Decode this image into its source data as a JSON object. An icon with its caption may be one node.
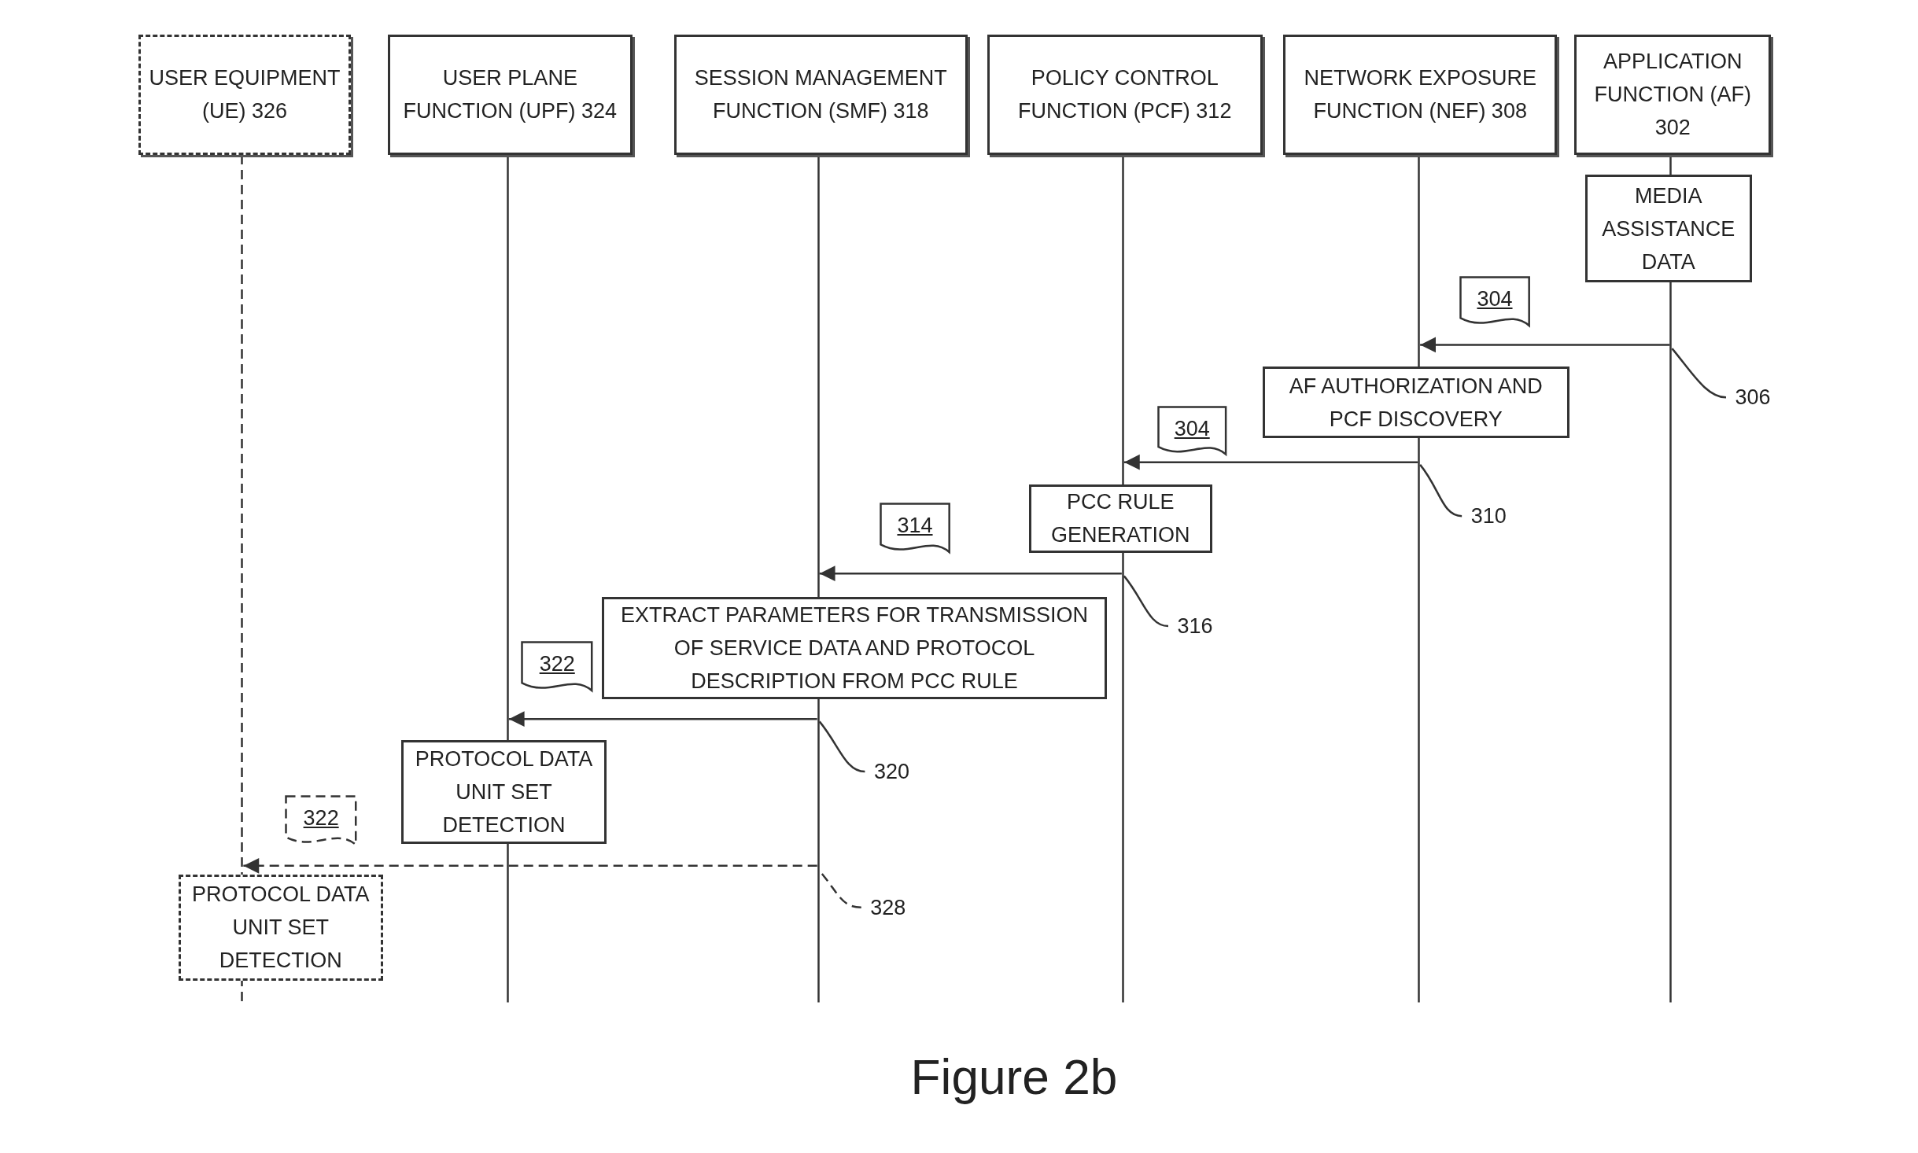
{
  "diagram": {
    "caption": "Figure 2b",
    "nodes": [
      {
        "text": [
          "USER EQUIPMENT (UE) 326"
        ]
      },
      {
        "text": [
          "USER PLANE FUNCTION (UPF) 324"
        ]
      },
      {
        "text": [
          "SESSION MANAGEMENT FUNCTION (SMF) 318"
        ]
      },
      {
        "text": [
          "POLICY CONTROL FUNCTION (PCF) 312"
        ]
      },
      {
        "text": [
          "NETWORK EXPOSURE FUNCTION (NEF) 308"
        ]
      },
      {
        "text": [
          "APPLICATION FUNCTION (AF) 302"
        ]
      },
      {
        "text": [
          "MEDIA ASSISTANCE DATA"
        ]
      },
      {
        "text": [
          "AF AUTHORIZATION AND PCF DISCOVERY"
        ]
      },
      {
        "text": [
          "PCC RULE GENERATION"
        ]
      },
      {
        "text": [
          "EXTRACT PARAMETERS FOR TRANSMISSION OF SERVICE DATA AND PROTOCOL DESCRIPTION FROM PCC RULE"
        ]
      },
      {
        "text": [
          "PROTOCOL DATA UNIT SET DETECTION"
        ]
      },
      {
        "text": [
          "PROTOCOL DATA UNIT SET DETECTION"
        ]
      },
      {
        "text": [
          "304"
        ]
      },
      {
        "text": [
          "304"
        ]
      },
      {
        "text": [
          "314"
        ]
      },
      {
        "text": [
          "322"
        ]
      },
      {
        "text": [
          "322"
        ]
      },
      {
        "text": [
          "306"
        ]
      },
      {
        "text": [
          "310"
        ]
      },
      {
        "text": [
          "316"
        ]
      },
      {
        "text": [
          "320"
        ]
      },
      {
        "text": [
          "328"
        ]
      },
      {
        "text": [],
        "shape": "line"
      },
      {
        "text": [],
        "shape": "line"
      },
      {
        "text": [],
        "shape": "line"
      },
      {
        "text": [],
        "shape": "line"
      },
      {
        "text": [],
        "shape": "line"
      },
      {
        "text": [],
        "shape": "line"
      }
    ],
    "edges": [
      {
        "from": 27,
        "to": 26,
        "arrow": "to"
      },
      {
        "from": 26,
        "to": 25,
        "arrow": "to"
      },
      {
        "from": 25,
        "to": 24,
        "arrow": "to"
      },
      {
        "from": 24,
        "to": 23,
        "arrow": "to"
      },
      {
        "from": 24,
        "to": 22,
        "arrow": "to",
        "style": "dashed"
      },
      {
        "from": 17,
        "to": 27,
        "arrow": "none"
      },
      {
        "from": 18,
        "to": 26,
        "arrow": "none"
      },
      {
        "from": 19,
        "to": 25,
        "arrow": "none"
      },
      {
        "from": 20,
        "to": 24,
        "arrow": "none"
      },
      {
        "from": 21,
        "to": 24,
        "arrow": "none",
        "style": "dashed"
      }
    ]
  }
}
